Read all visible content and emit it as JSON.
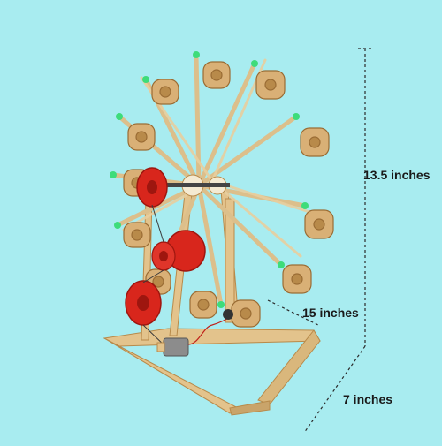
{
  "dimensions": {
    "height": "13.5 inches",
    "length": "15 inches",
    "depth": "7 inches"
  },
  "colors": {
    "background": "#a8ecf0",
    "wood": "#e3c38c",
    "wood_dark": "#b88a4a",
    "wheel_red": "#d8261c",
    "rim_green": "#3ddc7a",
    "motor_gray": "#8c8c8c",
    "dimension_line": "#2a2a2a"
  },
  "icons": [
    "ferris-wheel-model",
    "electric-motor",
    "pulley-wheel",
    "gondola-car",
    "dimension-line"
  ]
}
